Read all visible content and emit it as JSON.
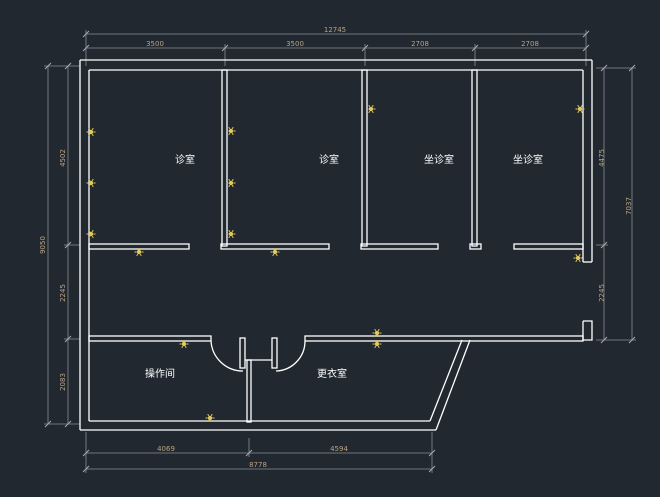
{
  "colors": {
    "background": "#212830",
    "wall": "#ffffff",
    "dimension_line": "#8a8f95",
    "dimension_text": "#b9a383",
    "fixture": "#e3c95a"
  },
  "dimensions": {
    "top_total": "12745",
    "top_segments": [
      "3500",
      "3500",
      "2708",
      "2708"
    ],
    "left_total": "9050",
    "left_segments": [
      "4502",
      "2245",
      "2083"
    ],
    "right_total": "7037",
    "right_segments": [
      "4475",
      "2245"
    ],
    "bottom_segments": [
      "4069",
      "4594"
    ],
    "bottom_total": "8778"
  },
  "rooms": [
    {
      "label": "诊室"
    },
    {
      "label": "诊室"
    },
    {
      "label": "坐诊室"
    },
    {
      "label": "坐诊室"
    },
    {
      "label": "操作间"
    },
    {
      "label": "更衣室"
    }
  ],
  "fixture_icon": "ceiling-light-icon"
}
